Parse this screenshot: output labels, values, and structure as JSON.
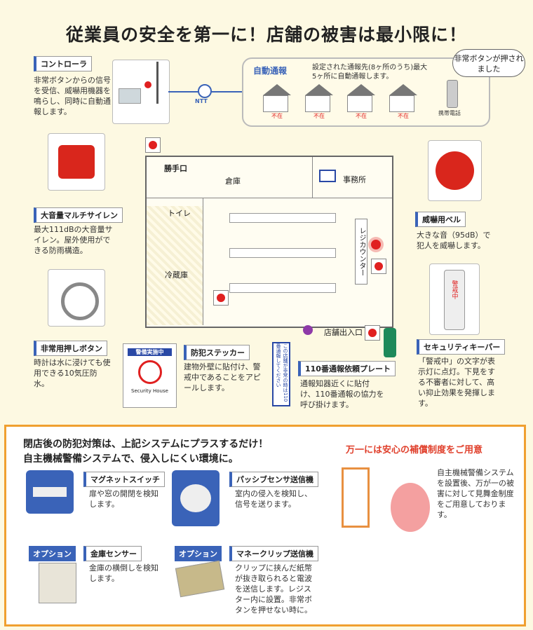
{
  "title": "従業員の安全を第一に！店舗の被害は最小限に！",
  "controller": {
    "label": "コントローラ",
    "desc": "非常ボタンからの信号を受信、威嚇用機器を鳴らし、同時に自動通報します。"
  },
  "ntt": "NTT",
  "auto_report": {
    "label": "自動通報",
    "desc": "設定された通報先(8ヶ所のうち)最大5ヶ所に自動通報します。",
    "absent": "不在",
    "mobile": "携帯電話"
  },
  "bubble": "非常ボタンが押されました",
  "siren": {
    "label": "大音量マルチサイレン",
    "desc": "最大111dBの大音量サイレン。屋外使用ができる防雨構造。"
  },
  "floor": {
    "back_door": "勝手口",
    "storage": "倉庫",
    "office": "事務所",
    "toilet": "トイレ",
    "freezer": "冷蔵庫",
    "register": "レジカウンター",
    "entrance": "店舗出入口"
  },
  "bell": {
    "label": "威嚇用ベル",
    "desc": "大きな音（95dB）で犯人を威嚇します。"
  },
  "button": {
    "label": "非常用押しボタン",
    "desc": "時計は水に浸けても使用できる10気圧防水。"
  },
  "sticker": {
    "label": "防犯ステッカー",
    "desc": "建物外壁に貼付け、警戒中であることをアピールします。",
    "badge_top": "警備実施中",
    "badge_bottom": "Security House"
  },
  "plate": {
    "label": "110番通報依頼プレート",
    "desc": "通報知器近くに貼付け、110番通報の協力を呼び掛けます。",
    "vertical": "この店舗が非常の時は110番通報してください"
  },
  "keeper": {
    "label": "セキュリティキーパー",
    "desc": "「警戒中」の文字が表示灯に点灯。下見をする不審者に対して、高い抑止効果を発揮します。",
    "tag": "警戒中"
  },
  "bottom": {
    "headline1": "閉店後の防犯対策は、上記システムにプラスするだけ！",
    "headline2": "自主機械警備システムで、侵入しにくい環境に。",
    "compensation_title": "万一には安心の補償制度をご用意",
    "compensation_desc": "自主機械警備システムを設置後、万が一の被害に対して見舞金制度をご用意しております。",
    "items": [
      {
        "label": "マグネットスイッチ",
        "desc": "扉や窓の開閉を検知します。"
      },
      {
        "label": "パッシブセンサ送信機",
        "desc": "室内の侵入を検知し、信号を送ります。"
      },
      {
        "label": "金庫センサー",
        "desc": "金庫の横倒しを検知します。",
        "option": "オプション"
      },
      {
        "label": "マネークリップ送信機",
        "desc": "クリップに挟んだ紙幣が抜き取られると電波を送信します。レジスター内に設置。非常ボタンを押せない時に。",
        "option": "オプション"
      }
    ]
  },
  "colors": {
    "accent": "#3a63b8",
    "alarm": "#e02020",
    "border": "#f0a030",
    "bg": "#fdf9e2"
  }
}
